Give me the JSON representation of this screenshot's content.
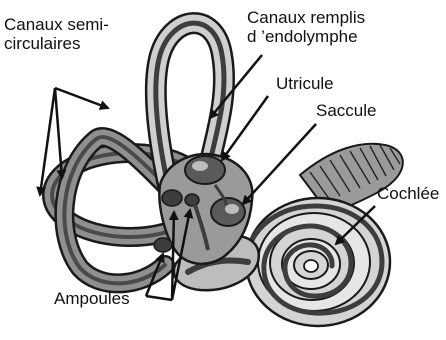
{
  "labels": {
    "canaux_semi_line1": "Canaux semi-",
    "canaux_semi_line2": "circulaires",
    "canaux_remplis_line1": "Canaux remplis",
    "canaux_remplis_line2": "d ’endolymphe",
    "utricule": "Utricule",
    "saccule": "Saccule",
    "cochlee": "Cochlée",
    "ampoules": "Ampoules"
  },
  "colors": {
    "outline": "#1a1a1a",
    "canal_fill": "#8f8f8f",
    "canal_light": "#cfcfcf",
    "endolymph": "#4a4a4a",
    "vestibule_fill": "#9a9a9a",
    "cochlea_light": "#d4d4d4",
    "arrow": "#111111"
  }
}
